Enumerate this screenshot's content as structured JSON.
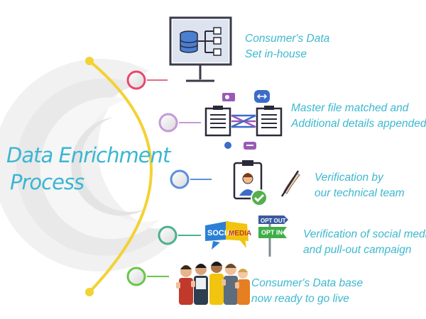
{
  "title": {
    "line1": "Data Enrichment",
    "line2": "Process"
  },
  "colors": {
    "arc": "#f3d234",
    "text": "#3ab6d2",
    "swirl": "#dcdcdc"
  },
  "steps": [
    {
      "id": "step-1",
      "icon": "monitor-database-icon",
      "color": "#ffffff",
      "lines": [
        "Consumer's Data",
        "Set in-house"
      ]
    },
    {
      "id": "step-2",
      "icon": "file-matching-icon",
      "color": "#e36b8c",
      "lines": [
        "Master file matched and",
        "Additional details appended"
      ]
    },
    {
      "id": "step-3",
      "icon": "verification-badge-icon",
      "color": "#c39ad9",
      "lines": [
        "Verification by",
        "our technical team"
      ]
    },
    {
      "id": "step-4",
      "icon": "social-media-optin-icon",
      "color": "#5b8fde",
      "lines": [
        "Verification of social media",
        "and pull-out campaign"
      ]
    },
    {
      "id": "step-5",
      "icon": "people-thumbs-up-icon",
      "color": "#4cb08f",
      "lines": [
        "Consumer's Data base",
        "now ready to go live"
      ]
    }
  ],
  "icon_labels": {
    "social_left": "SOCIAL",
    "social_right": "MEDIA",
    "opt_out": "OPT OUT",
    "opt_in": "OPT IN"
  }
}
